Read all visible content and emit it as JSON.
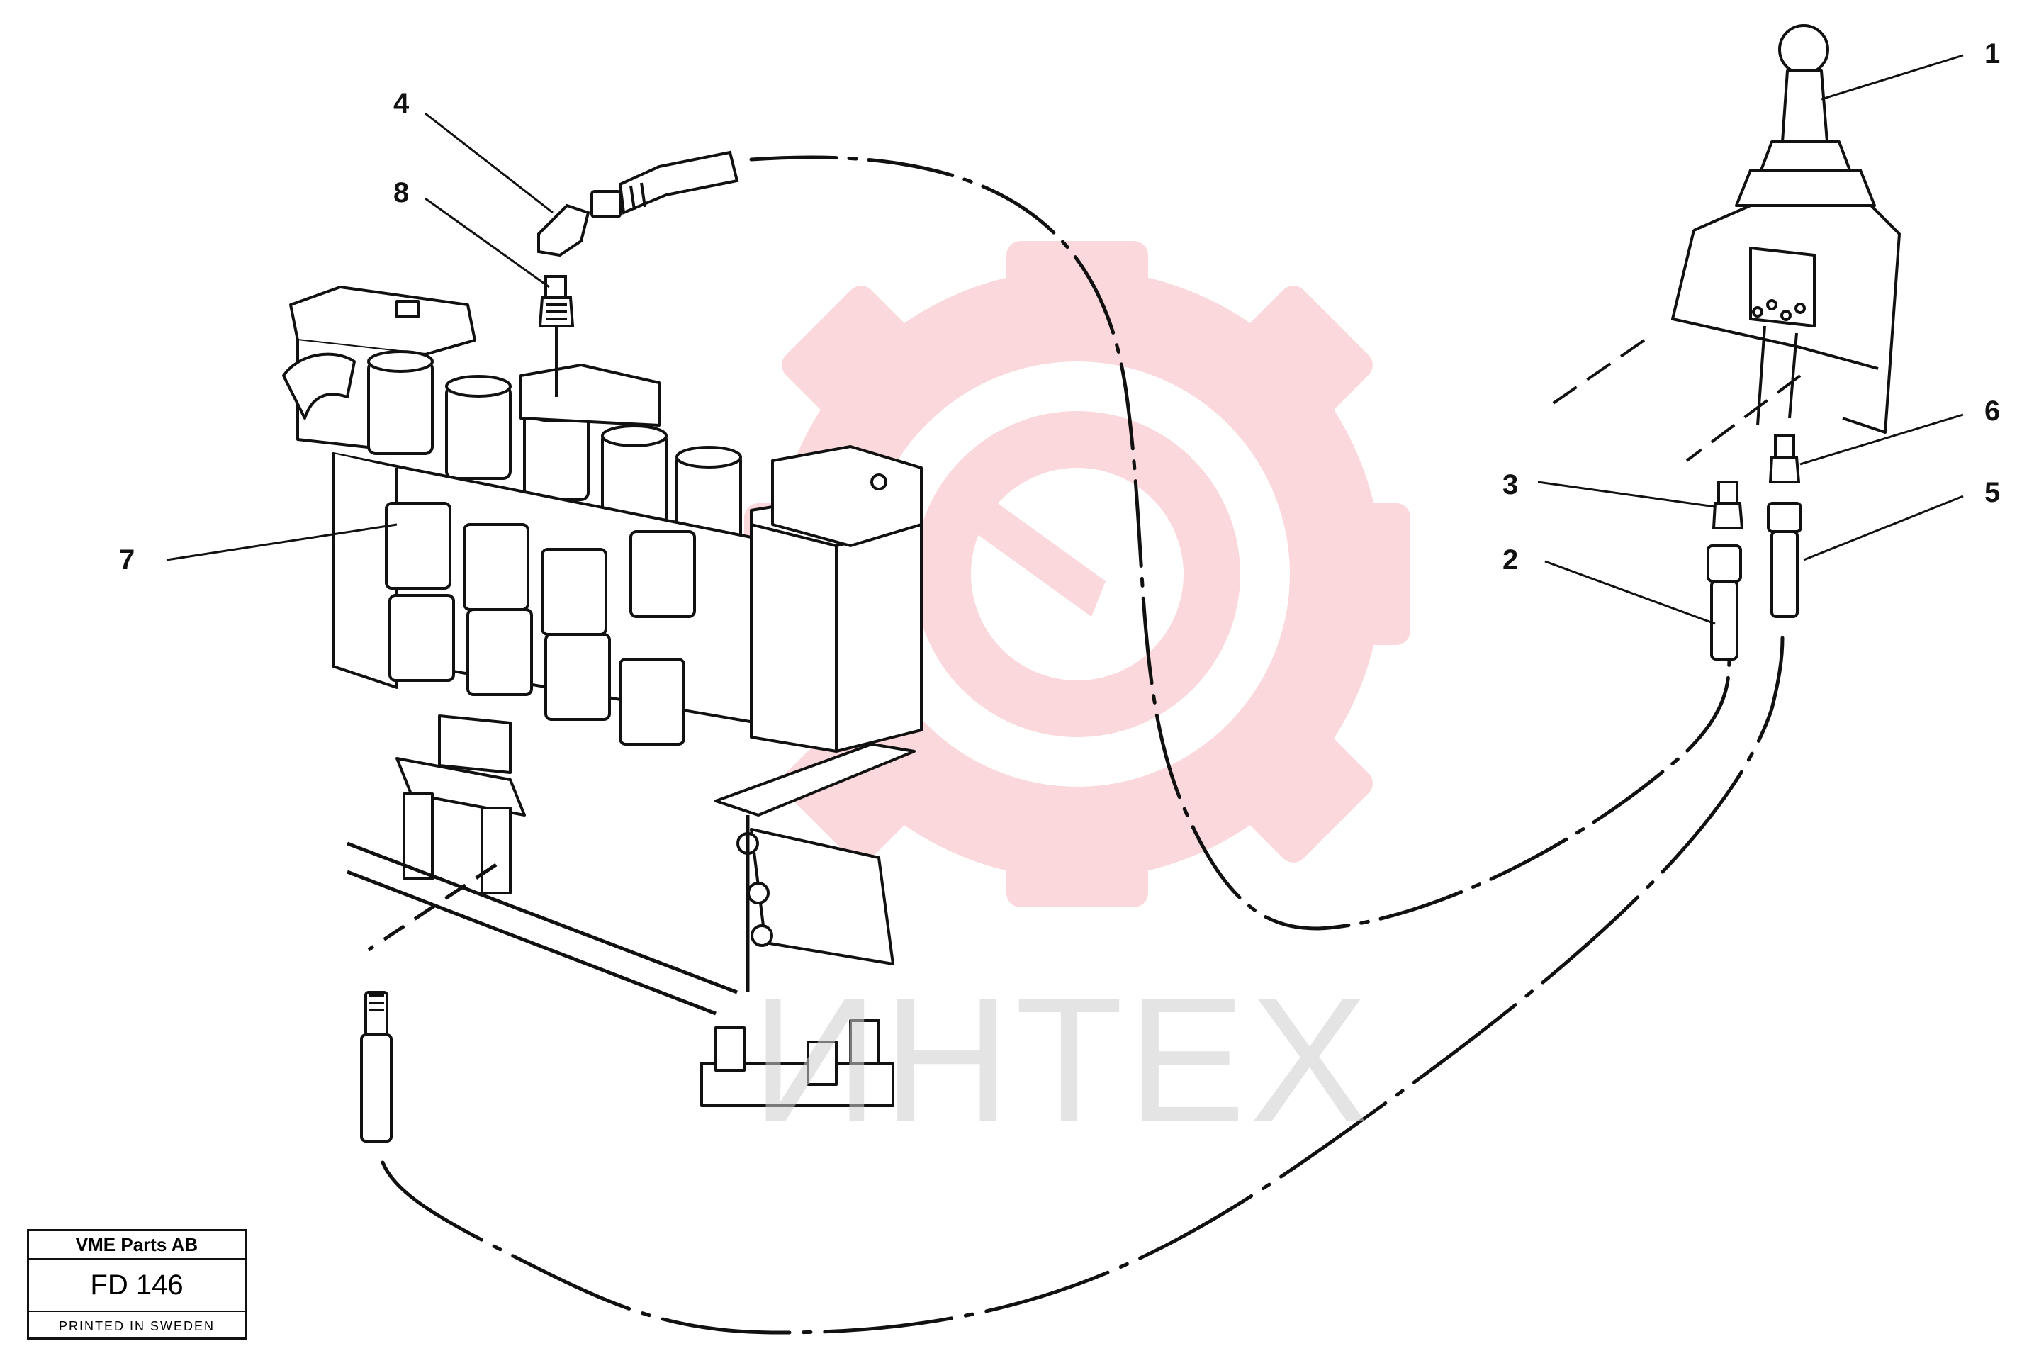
{
  "watermark": {
    "text": "ИНТЕХ",
    "gear_color": "#f2a0a8"
  },
  "callouts": [
    {
      "id": "1",
      "label": "1"
    },
    {
      "id": "2",
      "label": "2"
    },
    {
      "id": "3",
      "label": "3"
    },
    {
      "id": "4",
      "label": "4"
    },
    {
      "id": "5",
      "label": "5"
    },
    {
      "id": "6",
      "label": "6"
    },
    {
      "id": "7",
      "label": "7"
    },
    {
      "id": "8",
      "label": "8"
    }
  ],
  "title_block": {
    "company": "VME Parts AB",
    "drawing_number": "FD 146",
    "printed": "PRINTED IN SWEDEN"
  },
  "icons": {
    "watermark": "gear-logo-icon",
    "joystick": "joystick-lever-icon"
  }
}
